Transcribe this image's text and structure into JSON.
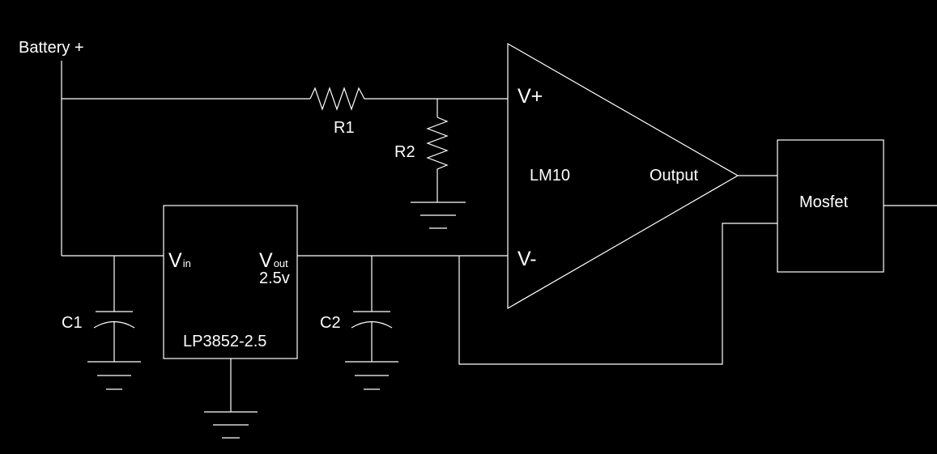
{
  "battery_label": "Battery +",
  "resistors": {
    "r1": "R1",
    "r2": "R2"
  },
  "capacitors": {
    "c1": "C1",
    "c2": "C2"
  },
  "regulator": {
    "vin_main": "V",
    "vin_sub": "in",
    "vout_main": "V",
    "vout_sub": "out",
    "vout_value": "2.5v",
    "part_name": "LP3852-2.5"
  },
  "opamp": {
    "name": "LM10",
    "noninverting": "V+",
    "inverting": "V-",
    "output": "Output"
  },
  "mosfet_label": "Mosfet"
}
